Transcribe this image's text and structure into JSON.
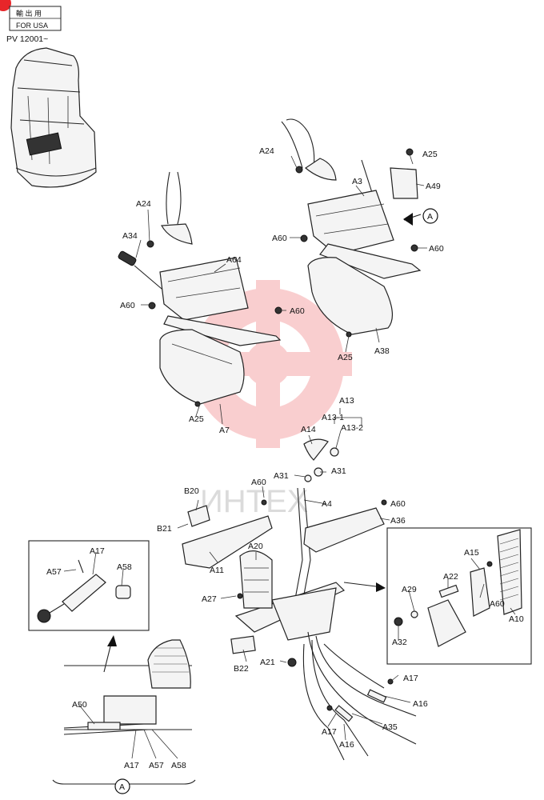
{
  "stamp": {
    "line1": "輸 出 用",
    "line2": "FOR USA"
  },
  "serial": "PV 12001~",
  "watermark_text": "ИНТЕХ",
  "watermark_color": "#e8262a",
  "labels": {
    "A24_left": "A24",
    "A34": "A34",
    "A64": "A64",
    "A60_left": "A60",
    "A60_mid": "A60",
    "A25_left": "A25",
    "A7": "A7",
    "A24_right": "A24",
    "A25_top": "A25",
    "A49": "A49",
    "A3": "A3",
    "A_circle": "A",
    "A60_r1": "A60",
    "A60_r2": "A60",
    "A25_r": "A25",
    "A38": "A38",
    "A13": "A13",
    "A13_1": "A13-1",
    "A13_2": "A13-2",
    "A14": "A14",
    "A31_l": "A31",
    "A31_r": "A31",
    "A4": "A4",
    "A60_lever": "A60",
    "A36": "A36",
    "B20": "B20",
    "A60_b": "A60",
    "B21": "B21",
    "A11": "A11",
    "A20": "A20",
    "A27": "A27",
    "B22": "B22",
    "A21": "A21",
    "A17_c": "A17",
    "A16_c": "A16",
    "A35": "A35",
    "A17_c2": "A17",
    "A16_c2": "A16",
    "A15": "A15",
    "A22": "A22",
    "A29": "A29",
    "A60_box": "A60",
    "A32": "A32",
    "A10": "A10",
    "A17_inset": "A17",
    "A57_inset": "A57",
    "A58_inset": "A58",
    "A50": "A50",
    "A17_bot": "A17",
    "A57_bot": "A57",
    "A58_bot": "A58",
    "A_bottom": "A"
  }
}
